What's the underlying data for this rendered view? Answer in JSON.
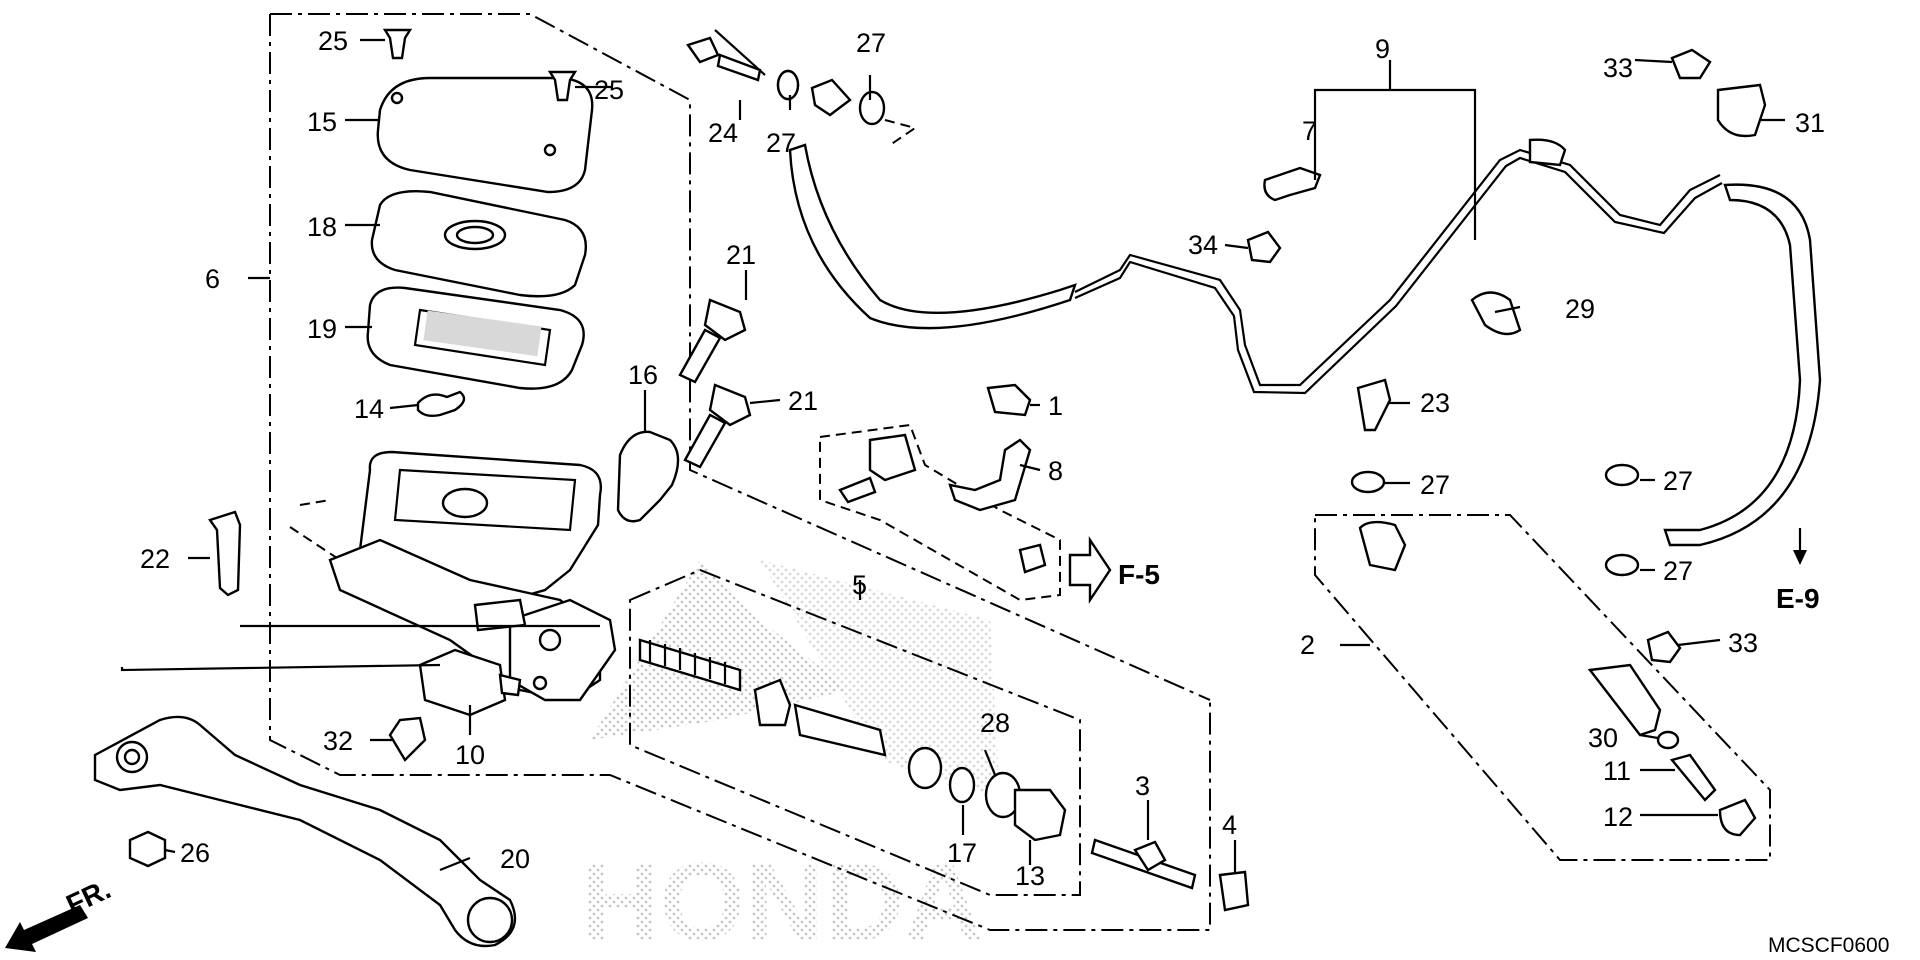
{
  "callouts": {
    "c1": "1",
    "c2": "2",
    "c3": "3",
    "c4": "4",
    "c5": "5",
    "c6": "6",
    "c7": "7",
    "c8": "8",
    "c9": "9",
    "c10": "10",
    "c11": "11",
    "c12": "12",
    "c13": "13",
    "c14": "14",
    "c15": "15",
    "c16": "16",
    "c17": "17",
    "c18": "18",
    "c19": "19",
    "c20": "20",
    "c21a": "21",
    "c21b": "21",
    "c22": "22",
    "c23": "23",
    "c24": "24",
    "c25a": "25",
    "c25b": "25",
    "c26": "26",
    "c27a": "27",
    "c27b": "27",
    "c27c": "27",
    "c27d": "27",
    "c27e": "27",
    "c28": "28",
    "c29": "29",
    "c30": "30",
    "c31": "31",
    "c32": "32",
    "c33a": "33",
    "c33b": "33",
    "c34": "34"
  },
  "references": {
    "f5": "F-5",
    "e9": "E-9",
    "front": "FR."
  },
  "watermark": "HONDA",
  "diagram_code": "MCSCF0600"
}
